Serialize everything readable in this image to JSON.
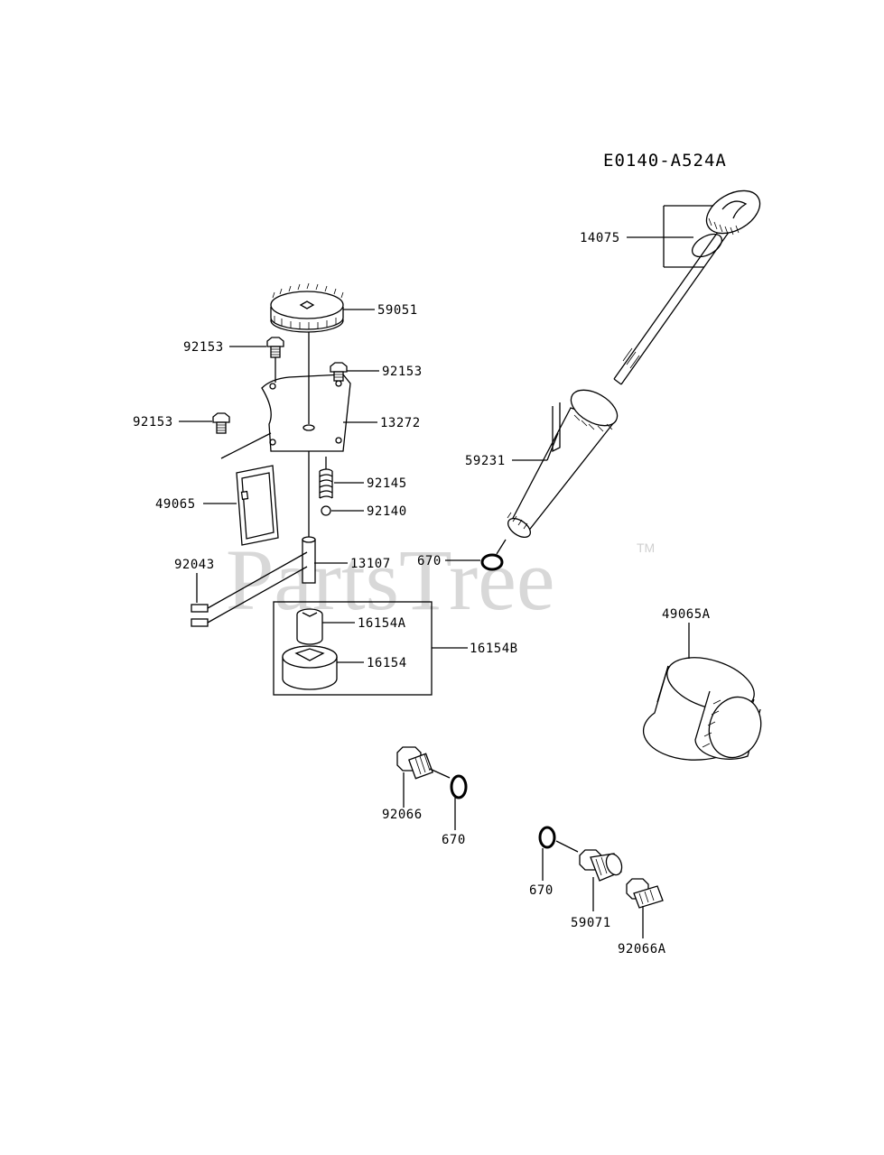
{
  "diagram": {
    "code": "E0140-A524A",
    "watermark": "PartsTree",
    "trademark": "TM",
    "labels": {
      "p14075": "14075",
      "p59051": "59051",
      "p92153a": "92153",
      "p92153b": "92153",
      "p92153c": "92153",
      "p13272": "13272",
      "p92145": "92145",
      "p92140": "92140",
      "p49065": "49065",
      "p59231": "59231",
      "p670a": "670",
      "p92043": "92043",
      "p13107": "13107",
      "p16154A": "16154A",
      "p16154": "16154",
      "p16154B": "16154B",
      "p49065A": "49065A",
      "p92066": "92066",
      "p670b": "670",
      "p670c": "670",
      "p59071": "59071",
      "p92066A": "92066A"
    }
  }
}
